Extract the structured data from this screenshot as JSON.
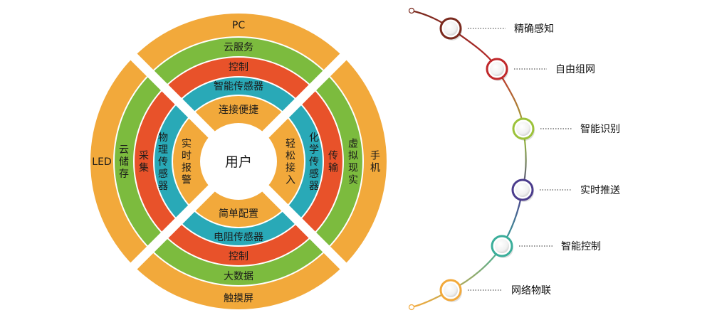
{
  "colors": {
    "outer": "#F2A93B",
    "green": "#7CBB3E",
    "red": "#E8522A",
    "teal": "#29A9B7",
    "inner": "#F2A93B",
    "gap": "#ffffff"
  },
  "diagram": {
    "center": "用户",
    "ring_outer": {
      "top": "PC",
      "right": "手机",
      "bottom": "触摸屏",
      "left": "LED"
    },
    "ring_green": {
      "top": "云服务",
      "right": "虚拟现实",
      "bottom": "大数据",
      "left": "云储存"
    },
    "ring_red": {
      "top": "控制",
      "right": "传输",
      "bottom": "控制",
      "left": "采集"
    },
    "ring_teal": {
      "top": "智能传感器",
      "right": "化学传感器",
      "bottom": "电阻传感器",
      "left": "物理传感器"
    },
    "ring_inner": {
      "top": "连接便捷",
      "right": "轻松接入",
      "bottom": "简单配置",
      "left": "实时报警"
    }
  },
  "timeline": [
    {
      "label": "精确感知",
      "color": "#7A2A1E"
    },
    {
      "label": "自由组网",
      "color": "#C0282B"
    },
    {
      "label": "智能识别",
      "color": "#9CC23A"
    },
    {
      "label": "实时推送",
      "color": "#4B3C8C"
    },
    {
      "label": "智能控制",
      "color": "#3AAE9A"
    },
    {
      "label": "网络物联",
      "color": "#F2A93B"
    }
  ]
}
